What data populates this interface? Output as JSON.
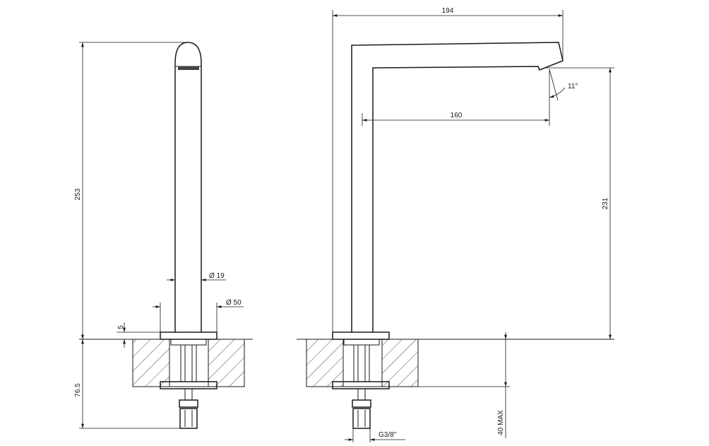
{
  "dimensions": {
    "width_194": "194",
    "reach_160": "160",
    "angle_11": "11°",
    "height_231": "231",
    "height_253": "253",
    "dia_19": "Ø 19",
    "dia_50": "Ø 50",
    "flange_5": "5",
    "depth_76": "76.5",
    "max_40": "40 MAX",
    "thread": "G3/8\""
  }
}
